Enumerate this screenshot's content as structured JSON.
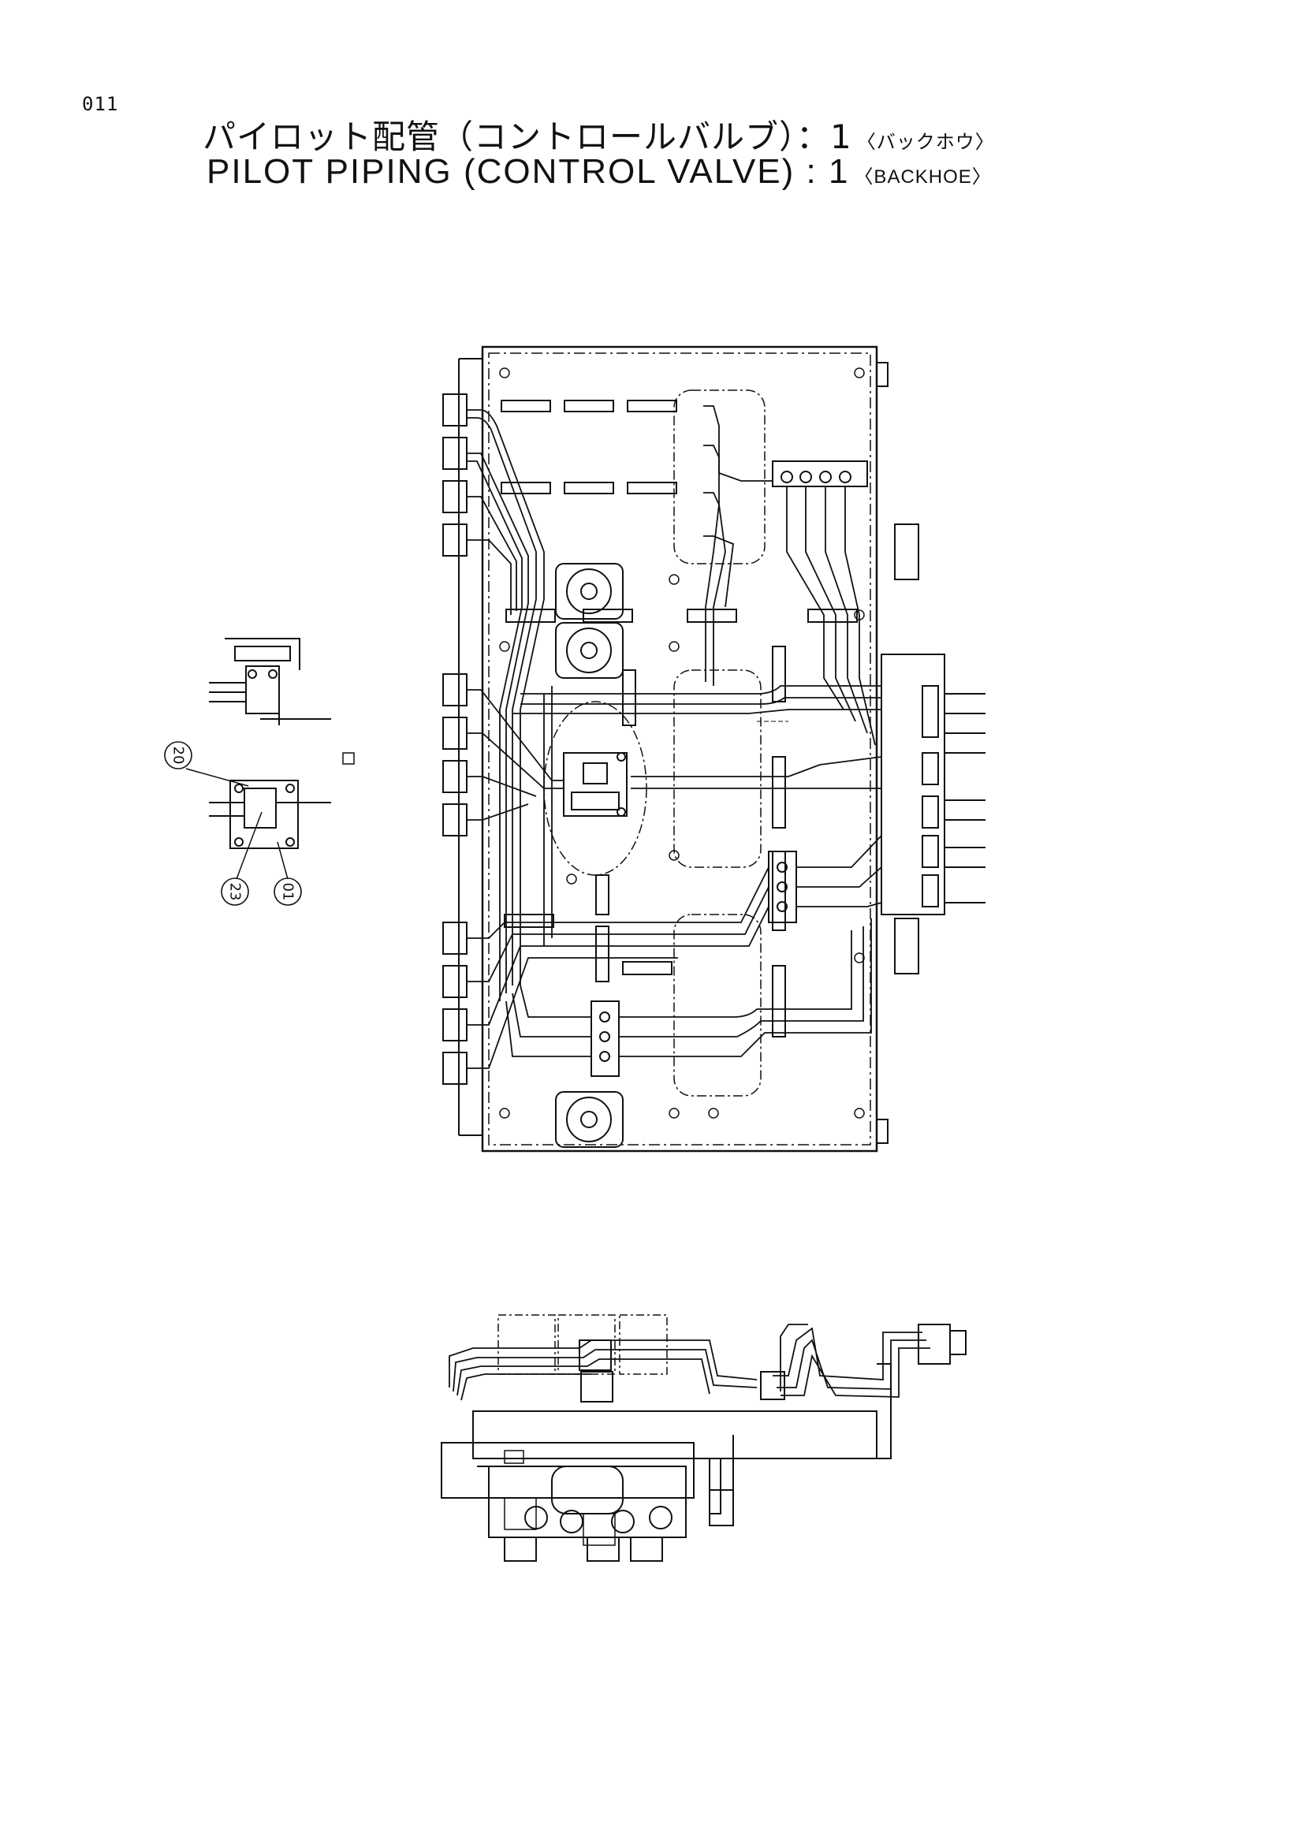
{
  "page_number": "011",
  "title": {
    "jp_main": "パイロット配管（コントロールバルブ）：1",
    "jp_sub": "〈バックホウ〉",
    "en_main": "PILOT PIPING (CONTROL VALVE) : 1",
    "en_sub": "〈BACKHOE〉"
  },
  "callouts": [
    {
      "id": "20",
      "label": "20"
    },
    {
      "id": "23",
      "label": "23"
    },
    {
      "id": "01",
      "label": "01"
    }
  ]
}
